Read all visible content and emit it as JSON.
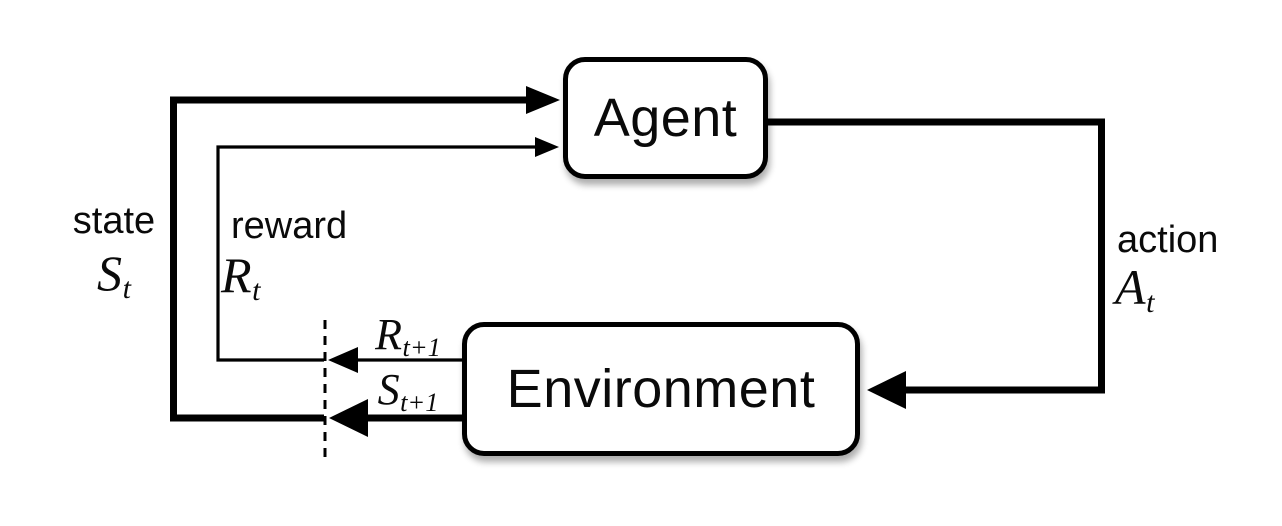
{
  "diagram": {
    "type": "flow-diagram",
    "description": "Agent-Environment interaction loop (reinforcement learning)",
    "background_color": "#ffffff",
    "line_color": "#000000",
    "box_fill": "#ffffff",
    "nodes": [
      {
        "id": "agent",
        "label": "Agent"
      },
      {
        "id": "environment",
        "label": "Environment"
      }
    ],
    "edges": [
      {
        "id": "state",
        "from": "environment",
        "to": "agent",
        "label_word": "state",
        "symbol": "S",
        "subscript": "t",
        "style": "thick"
      },
      {
        "id": "reward",
        "from": "environment",
        "to": "agent",
        "label_word": "reward",
        "symbol": "R",
        "subscript": "t",
        "style": "thin"
      },
      {
        "id": "action",
        "from": "agent",
        "to": "environment",
        "label_word": "action",
        "symbol": "A",
        "subscript": "t",
        "style": "thick"
      },
      {
        "id": "next_reward",
        "from": "environment",
        "to": "time-boundary",
        "label_word": "",
        "symbol": "R",
        "subscript": "t+1",
        "style": "thin"
      },
      {
        "id": "next_state",
        "from": "environment",
        "to": "time-boundary",
        "label_word": "",
        "symbol": "S",
        "subscript": "t+1",
        "style": "thick"
      }
    ],
    "boundary": {
      "id": "time-boundary",
      "style": "dashed-vertical-line"
    }
  }
}
